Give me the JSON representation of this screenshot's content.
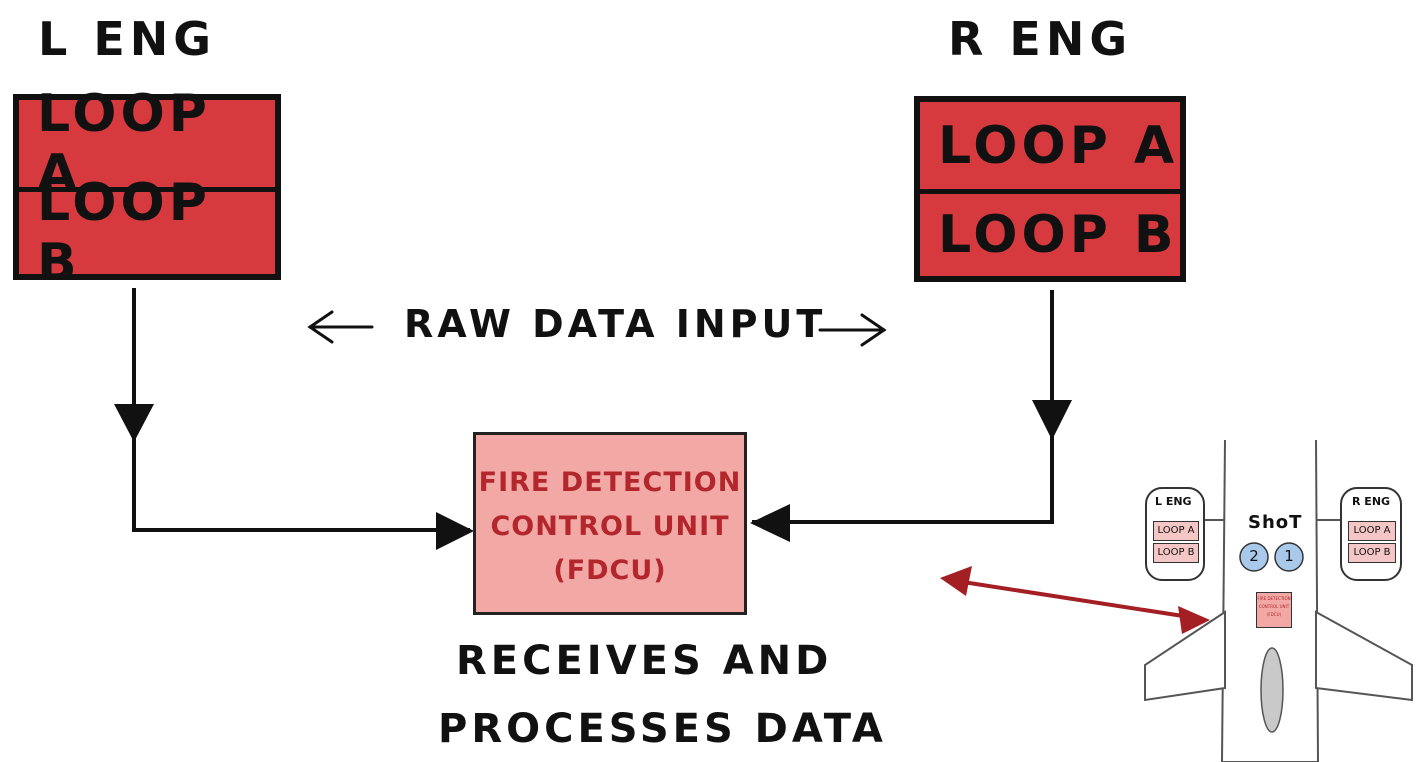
{
  "left_engine": {
    "title": "L ENG",
    "loop_a": "LOOP A",
    "loop_b": "LOOP B"
  },
  "right_engine": {
    "title": "R ENG",
    "loop_a": "LOOP A",
    "loop_b": "LOOP B"
  },
  "raw_data_label": "RAW DATA INPUT",
  "fdcu": {
    "line1": "FIRE DETECTION",
    "line2": "CONTROL UNIT",
    "line3": "(FDCU)"
  },
  "caption": {
    "line1": "RECEIVES AND",
    "line2": "PROCESSES DATA"
  },
  "aircraft": {
    "left_engine_label": "L ENG",
    "right_engine_label": "R ENG",
    "loop_a": "LOOP A",
    "loop_b": "LOOP B",
    "brand": "ShoT",
    "seat_left": "2",
    "seat_right": "1",
    "mini_fdcu": "FIRE DETECTION CONTROL UNIT (FDCU)"
  },
  "colors": {
    "loop_red": "#d63a3f",
    "fdcu_pink": "#f2a9a6",
    "fdcu_text": "#b3262b",
    "link_arrow": "#a31f24"
  }
}
